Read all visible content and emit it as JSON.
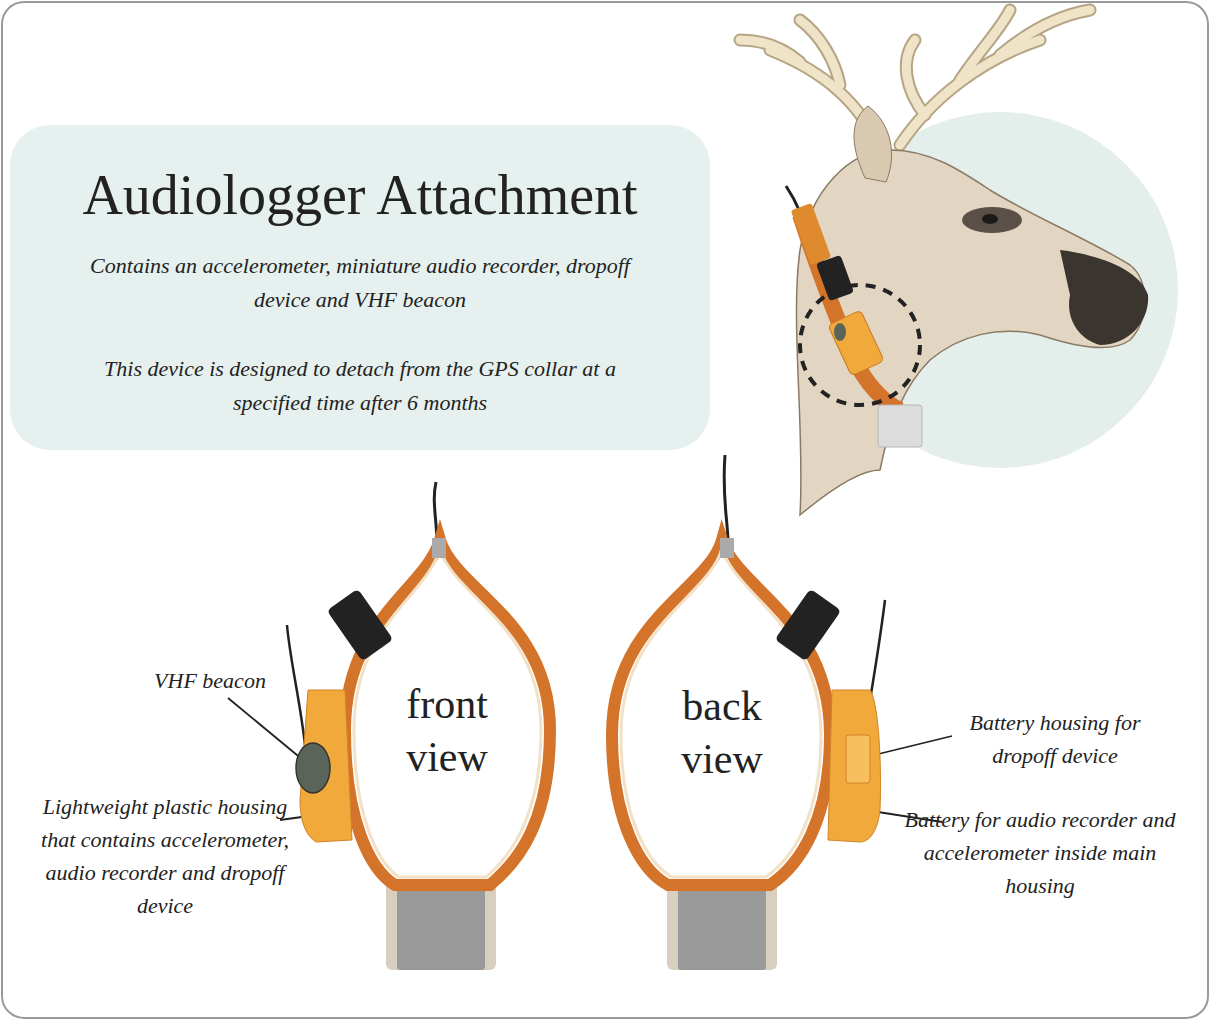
{
  "diagram": {
    "nodes": [
      {
        "text": [
          "Audiologger Attachment",
          "Contains an accelerometer, miniature audio recorder, dropoff device and VHF beacon",
          "This device is designed to detach from the GPS collar at a specified time after 6 months"
        ]
      },
      {
        "text": [
          "front view"
        ]
      },
      {
        "text": [
          "back view"
        ]
      }
    ],
    "labels": [
      "VHF beacon",
      "Lightweight plastic housing that contains accelerometer, audio recorder and dropoff device",
      "Battery housing for dropoff device",
      "Battery for audio recorder and accelerometer inside main housing"
    ]
  }
}
